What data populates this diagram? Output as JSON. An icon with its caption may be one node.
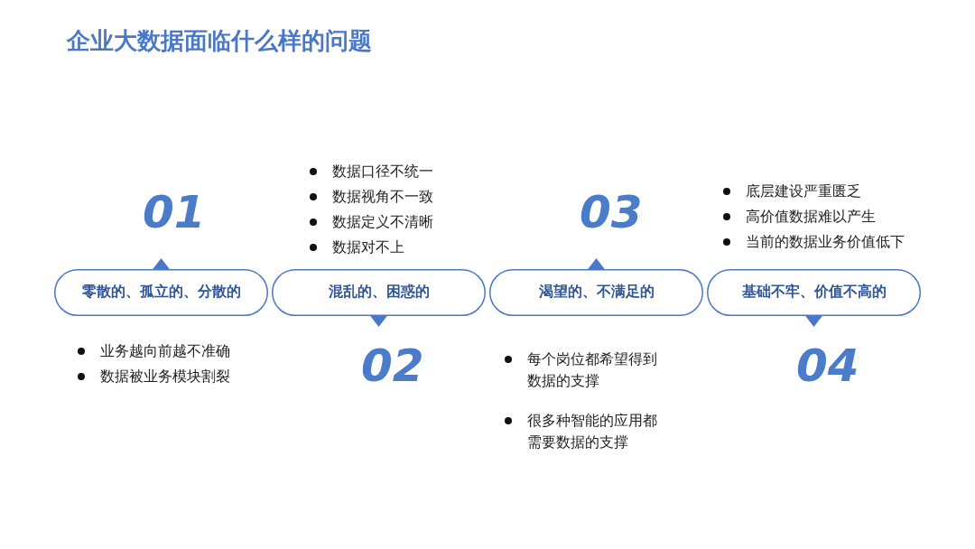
{
  "diagram": {
    "title": "企业大数据面临什么样的问题",
    "nodes": [
      {
        "text": [
          "零散的、孤立的、分散的"
        ],
        "beside": [
          "01",
          "业务越向前越不准确",
          "数据被业务模块割裂"
        ]
      },
      {
        "text": [
          "混乱的、困惑的"
        ],
        "beside": [
          "数据口径不统一",
          "数据视角不一致",
          "数据定义不清晰",
          "数据对不上",
          "02"
        ]
      },
      {
        "text": [
          "渴望的、不满足的"
        ],
        "beside": [
          "03",
          "每个岗位都希望得到数据的支撑",
          "很多种智能的应用都需要数据的支撑"
        ]
      },
      {
        "text": [
          "基础不牢、价值不高的"
        ],
        "beside": [
          "底层建设严重匮乏",
          "高价值数据难以产生",
          "当前的数据业务价值低下",
          "04"
        ]
      }
    ],
    "edges": []
  }
}
